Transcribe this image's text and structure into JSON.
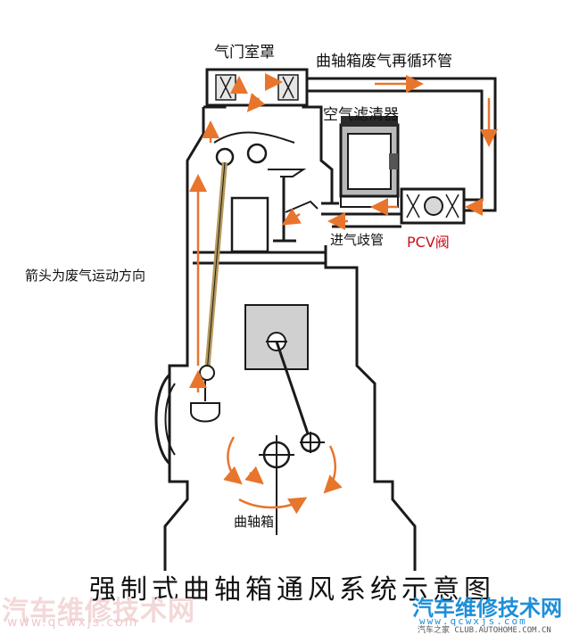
{
  "labels": {
    "valve_cover": "气门室罩",
    "recirc_pipe": "曲轴箱废气再循环管",
    "air_cleaner": "空气滤清器",
    "intake_manifold": "进气歧管",
    "pcv_valve": "PCV阀",
    "arrow_note": "箭头为废气运动方向",
    "crankcase": "曲轴箱"
  },
  "title": "强制式曲轴箱通风系统示意图",
  "watermarks": {
    "left_logo": "汽车维修技术网",
    "left_url": "www.qcwxjs.com",
    "right_logo": "汽车维修技术网",
    "right_url": "www.qcwxjs.com",
    "right_sub": "汽车之家 CLUB.AUTOHOME.COM.CN"
  },
  "colors": {
    "line": "#1a1a1a",
    "gray": "#a8a8a8",
    "arrow": "#e8752c",
    "pcv_label": "#c8101c",
    "watermark_right": "#1e8fd8"
  }
}
